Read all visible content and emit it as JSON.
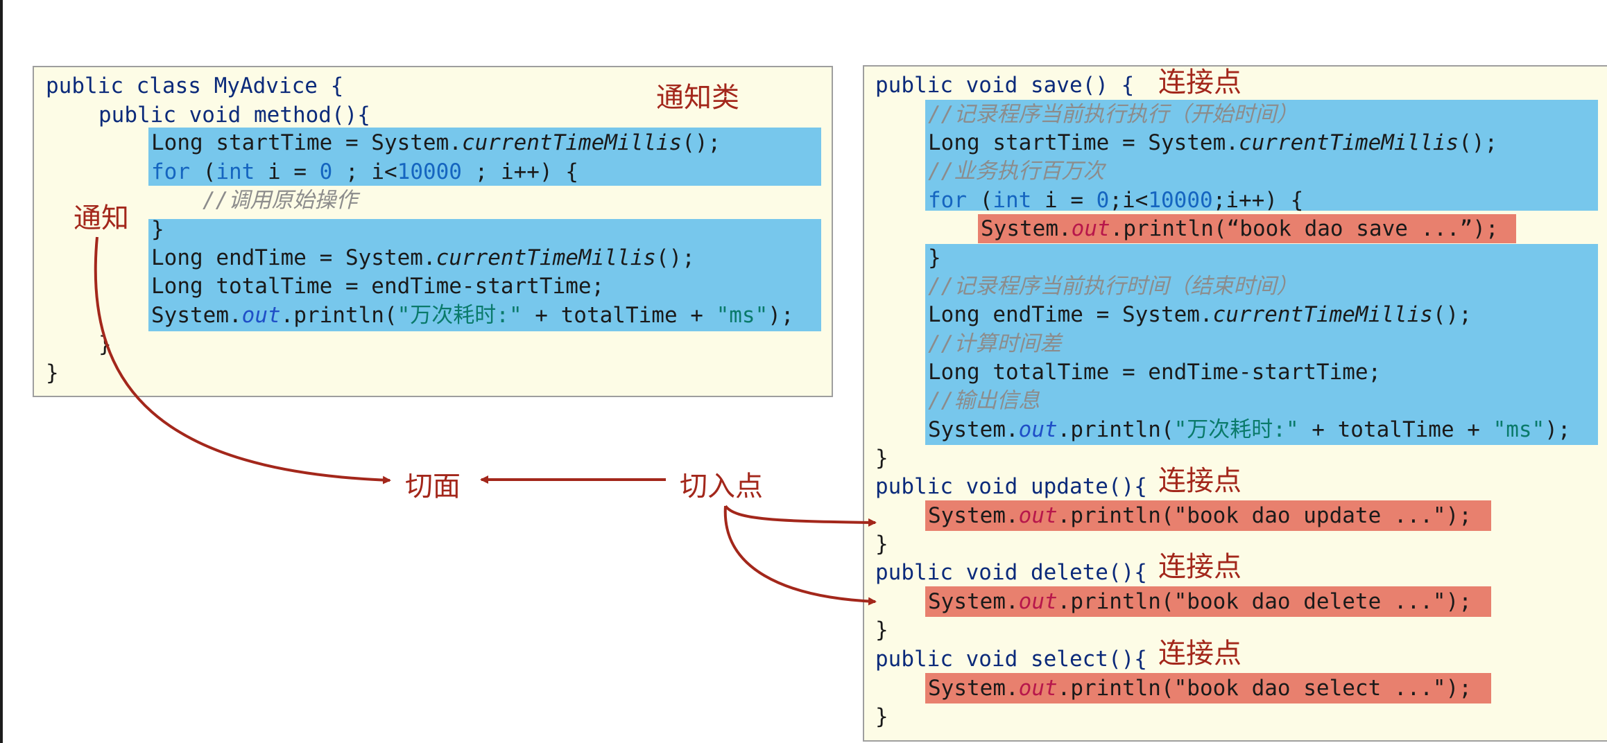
{
  "labels": {
    "advice_class": "通知类",
    "advice": "通知",
    "aspect": "切面",
    "pointcut": "切入点",
    "joinpoint": "连接点"
  },
  "colors": {
    "panel_bg": "#fdfce6",
    "highlight_blue": "#77c7ec",
    "highlight_red": "#e8806e",
    "annotation_red": "#a3271b"
  },
  "left_code": {
    "l1": "public class MyAdvice {",
    "l2": "public void method(){",
    "l3_a": "Long startTime = System.",
    "l3_b": "currentTimeMillis",
    "l3_c": "();",
    "l4_a": "for",
    "l4_b": " (",
    "l4_c": "int",
    "l4_d": " i = ",
    "l4_e": "0",
    "l4_f": " ; i<",
    "l4_g": "10000",
    "l4_h": " ; i++) {",
    "l5": "//调用原始操作",
    "l6": "}",
    "l7_a": "Long endTime = System.",
    "l7_b": "currentTimeMillis",
    "l7_c": "();",
    "l8": "Long totalTime = endTime-startTime;",
    "l9_a": "System.",
    "l9_b": "out",
    "l9_c": ".println(",
    "l9_d": "\"万次耗时:\"",
    "l9_e": " + totalTime + ",
    "l9_f": "\"ms\"",
    "l9_g": ");",
    "l10": "}",
    "l11": "}"
  },
  "right_code": {
    "save_sig": "public void save() {",
    "c1": "//记录程序当前执行执行（开始时间）",
    "s1_a": "Long startTime = System.",
    "s1_b": "currentTimeMillis",
    "s1_c": "();",
    "c2": "//业务执行百万次",
    "s2_a": "for",
    "s2_b": " (",
    "s2_c": "int",
    "s2_d": " i = ",
    "s2_e": "0",
    "s2_f": ";i<",
    "s2_g": "10000",
    "s2_h": ";i++) {",
    "s3_a": "System.",
    "s3_b": "out",
    "s3_c": ".println(“book dao save ...”);",
    "s4": "}",
    "c3": "//记录程序当前执行时间（结束时间）",
    "s5_a": "Long endTime = System.",
    "s5_b": "currentTimeMillis",
    "s5_c": "();",
    "c4": "//计算时间差",
    "s6": "Long totalTime = endTime-startTime;",
    "c5": "//输出信息",
    "s7_a": "System.",
    "s7_b": "out",
    "s7_c": ".println(",
    "s7_d": "\"万次耗时:\"",
    "s7_e": " + totalTime + ",
    "s7_f": "\"ms\"",
    "s7_g": ");",
    "save_end": "}",
    "update_sig": "public void update(){",
    "update_a": "System.",
    "update_b": "out",
    "update_c": ".println(\"book dao update ...\");",
    "update_end": "}",
    "delete_sig": "public void delete(){",
    "delete_a": "System.",
    "delete_b": "out",
    "delete_c": ".println(\"book dao delete ...\");",
    "delete_end": "}",
    "select_sig": "public void select(){",
    "select_a": "System.",
    "select_b": "out",
    "select_c": ".println(\"book dao select ...\");",
    "select_end": "}"
  }
}
